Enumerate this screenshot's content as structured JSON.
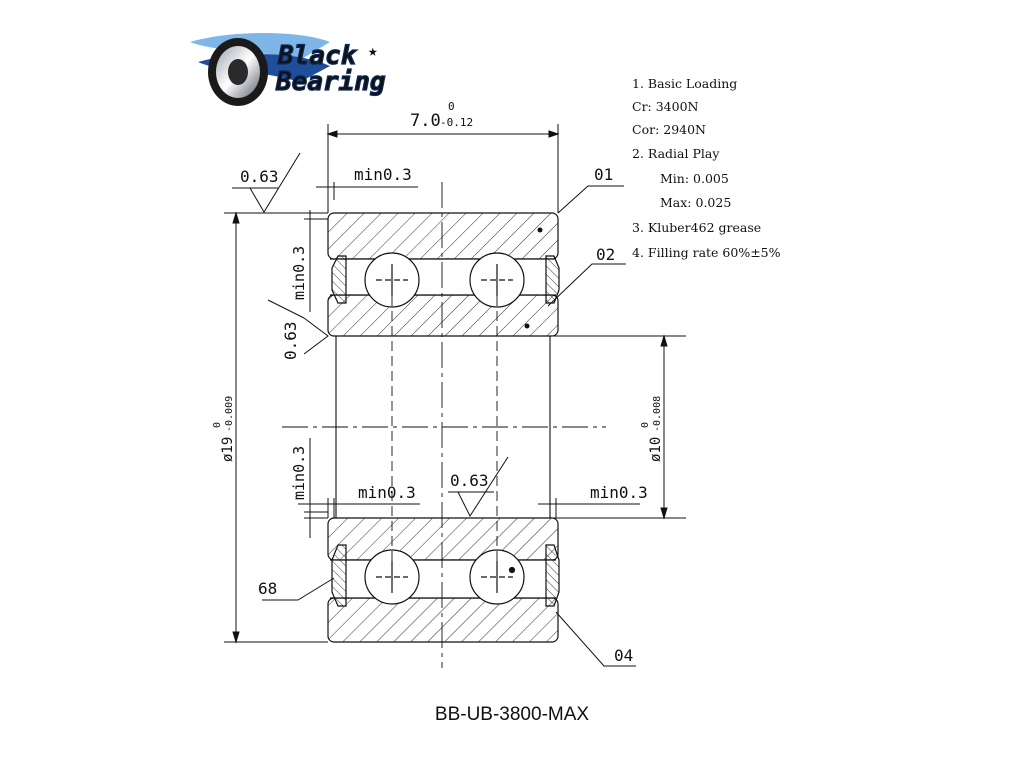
{
  "brand": {
    "line1": "Black",
    "line2": "Bearing",
    "colors": {
      "logo_blue": "#1f4e9a",
      "logo_light": "#7fb6e8",
      "ring_dark": "#1a1a1a"
    }
  },
  "specs": [
    "1. Basic Loading",
    "Cr: 3400N",
    "Cor: 2940N",
    "2. Radial Play",
    "Min: 0.005",
    "Max: 0.025",
    "3. Kluber462 grease",
    "4. Filling rate 60%±5%"
  ],
  "dims": {
    "width_main": "7.0",
    "width_up": "0",
    "width_low": "-0.12",
    "od_main": "ø19",
    "od_up": "0",
    "od_low": "-0.009",
    "id_main": "ø10",
    "id_up": "0",
    "id_low": "-0.008",
    "roughness": "0.63",
    "chamfer": "min0.3"
  },
  "callouts": {
    "c01": "01",
    "c02": "02",
    "c04": "04",
    "c68": "68"
  },
  "caption": "BB-UB-3800-MAX",
  "colors": {
    "line": "#111111",
    "hatch": "#333333"
  }
}
